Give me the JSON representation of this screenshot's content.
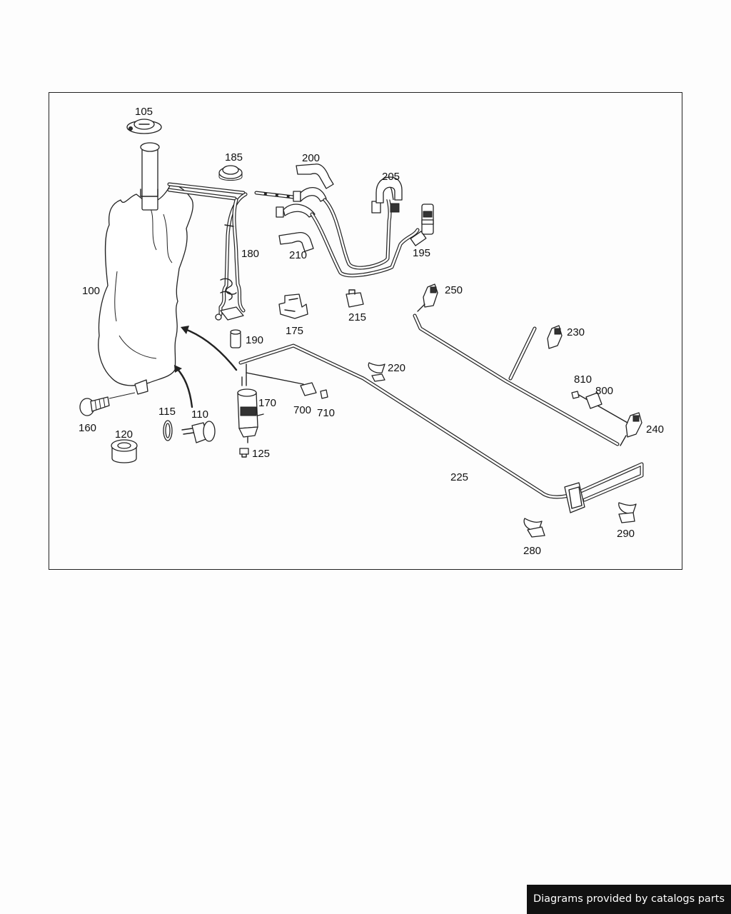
{
  "diagram": {
    "part_labels": [
      "105",
      "185",
      "200",
      "205",
      "180",
      "210",
      "195",
      "100",
      "250",
      "175",
      "215",
      "190",
      "230",
      "220",
      "810",
      "800",
      "170",
      "700",
      "710",
      "115",
      "110",
      "160",
      "120",
      "240",
      "125",
      "225",
      "290",
      "280"
    ]
  },
  "footer": {
    "credit": "Diagrams provided by catalogs parts"
  }
}
